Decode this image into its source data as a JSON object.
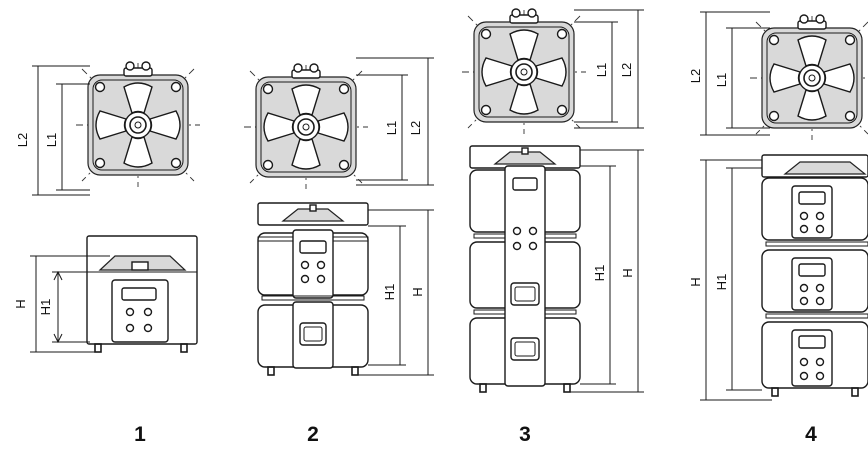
{
  "dimensions": {
    "length_total": "L2",
    "length_inner": "L1",
    "height_total": "H",
    "height_inner": "H1"
  },
  "variants": [
    "1",
    "2",
    "3",
    "4"
  ]
}
